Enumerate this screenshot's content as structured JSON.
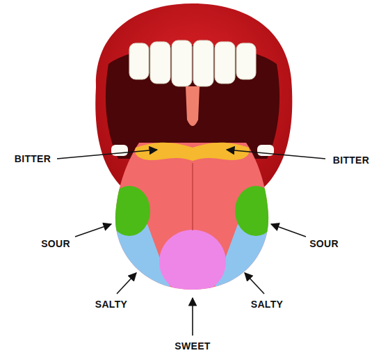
{
  "diagram": {
    "labels": [
      "BITTER",
      "BITTER",
      "SOUR",
      "SOUR",
      "SALTY",
      "SALTY",
      "SWEET"
    ]
  }
}
